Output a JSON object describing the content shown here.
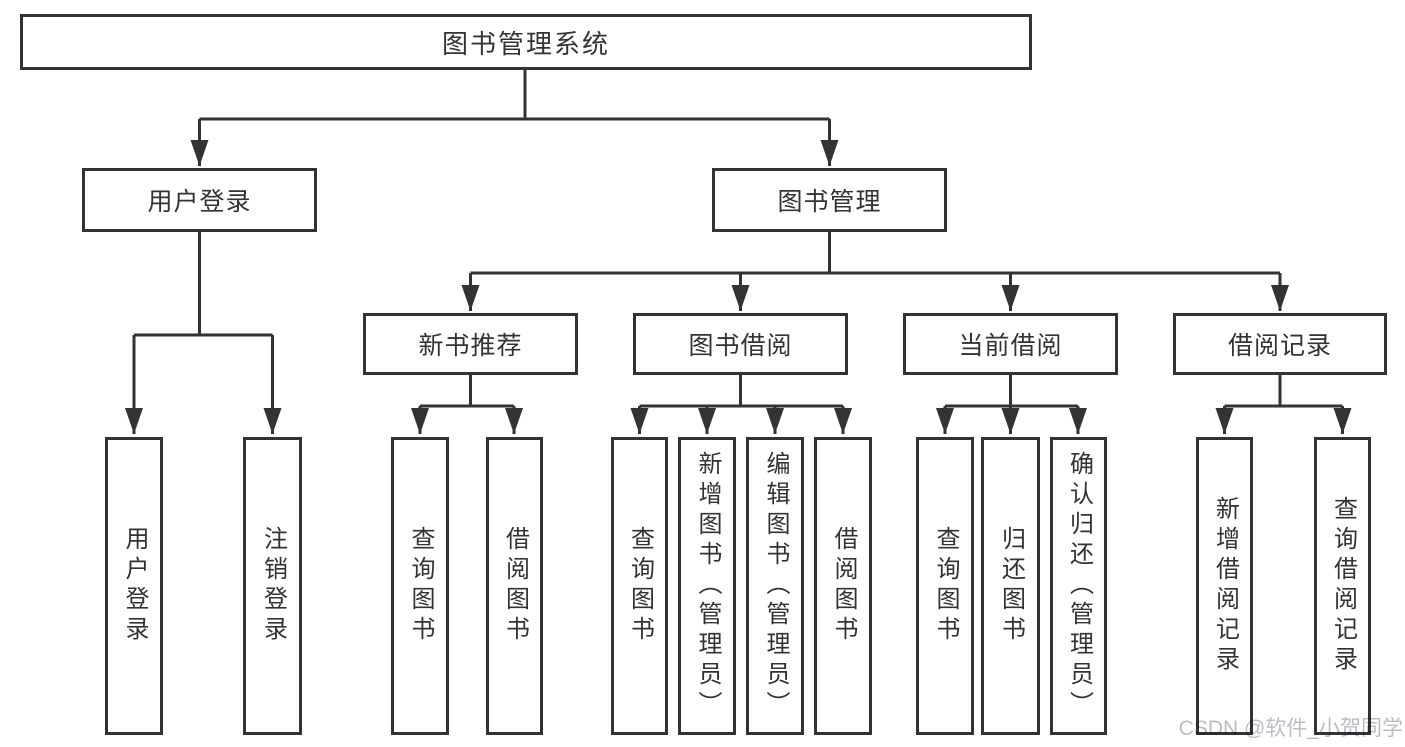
{
  "diagram_type": "tree",
  "root": {
    "label": "图书管理系统",
    "children": [
      {
        "label": "用户登录",
        "children": [
          {
            "label": "用户登录"
          },
          {
            "label": "注销登录"
          }
        ]
      },
      {
        "label": "图书管理",
        "children": [
          {
            "label": "新书推荐",
            "children": [
              {
                "label": "查询图书"
              },
              {
                "label": "借阅图书"
              }
            ]
          },
          {
            "label": "图书借阅",
            "children": [
              {
                "label": "查询图书"
              },
              {
                "label": "新增图书（管理员）"
              },
              {
                "label": "编辑图书（管理员）"
              },
              {
                "label": "借阅图书"
              }
            ]
          },
          {
            "label": "当前借阅",
            "children": [
              {
                "label": "查询图书"
              },
              {
                "label": "归还图书"
              },
              {
                "label": "确认归还（管理员）"
              }
            ]
          },
          {
            "label": "借阅记录",
            "children": [
              {
                "label": "新增借阅记录"
              },
              {
                "label": "查询借阅记录"
              }
            ]
          }
        ]
      }
    ]
  },
  "watermark": "CSDN @软件_小贺同学",
  "colors": {
    "line": "#333333",
    "text": "#333333",
    "box_fill": "#ffffff",
    "background": "#ffffff",
    "watermark": "#b9bdc4"
  }
}
